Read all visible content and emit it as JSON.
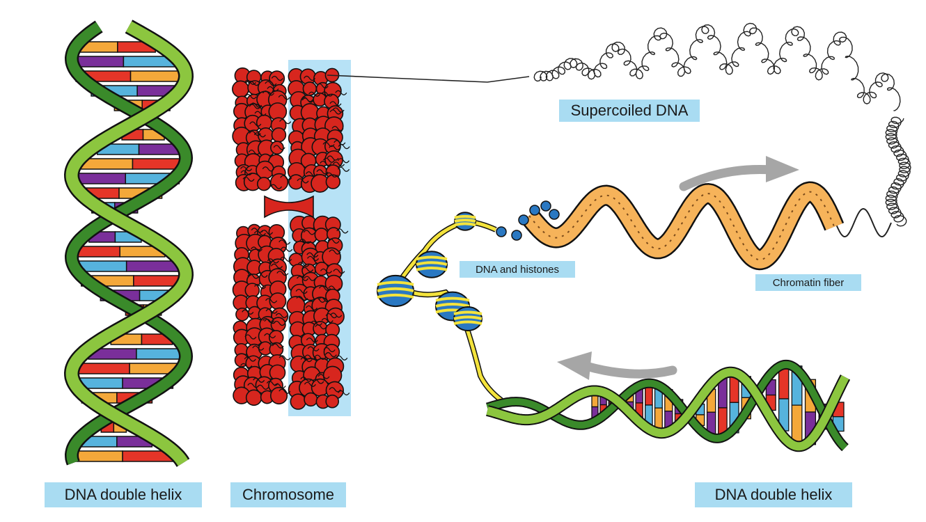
{
  "labels": {
    "dna_helix_left": "DNA double helix",
    "chromosome": "Chromosome",
    "supercoiled": "Supercoiled DNA",
    "dna_histones": "DNA and histones",
    "chromatin": "Chromatin fiber",
    "dna_helix_right": "DNA double helix"
  },
  "colors": {
    "label_bg": "#a9dcf2",
    "highlight_bg": "#b7e2f6",
    "helix_light": "#8cc63f",
    "helix_dark": "#3a8a2a",
    "chromosome": "#d7261e",
    "histone_blue": "#2a78c2",
    "histone_yellow": "#f4e33c",
    "fiber_orange": "#f6b35a",
    "arrow_gray": "#a6a6a6",
    "base_pairs": [
      "#f4a83a",
      "#7a2f9a",
      "#e53528",
      "#56b3dd"
    ]
  }
}
